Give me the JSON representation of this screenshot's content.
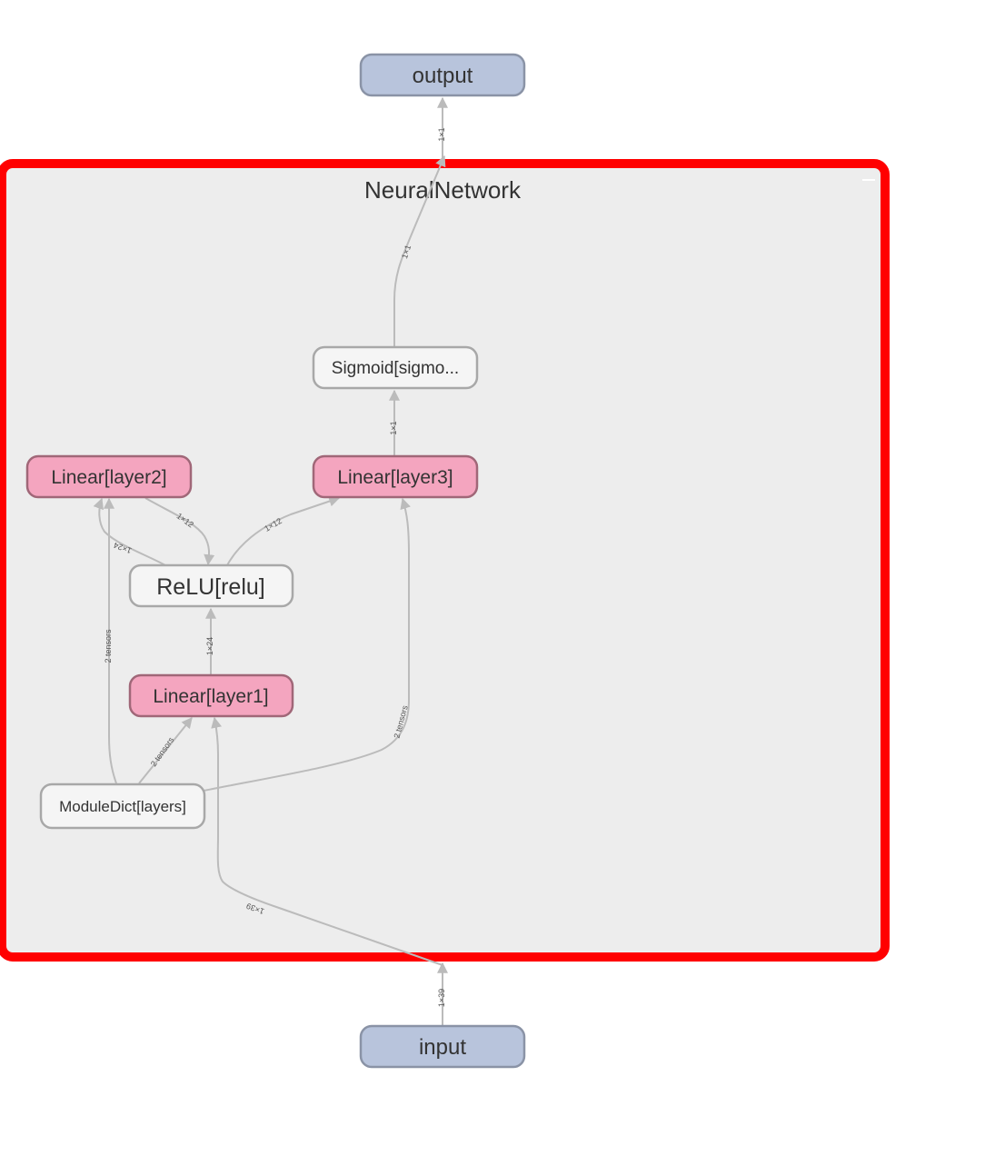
{
  "graph": {
    "container_title": "NeuralNetwork",
    "container_color": "#ff0000",
    "container_fill": "#ededed",
    "io_color": "#b8c4dc",
    "linear_color": "#f4a5bf",
    "plain_color": "#f5f5f5",
    "nodes": {
      "output": "output",
      "input": "input",
      "sigmoid": "Sigmoid[sigmo...",
      "layer2": "Linear[layer2]",
      "layer3": "Linear[layer3]",
      "relu": "ReLU[relu]",
      "layer1": "Linear[layer1]",
      "moduledict": "ModuleDict[layers]"
    },
    "edges": {
      "out_top": "1×1",
      "to_container_top": "1×1",
      "l3_to_sigmoid": "1×1",
      "relu_to_l2_a": "1×12",
      "relu_to_l3": "1×12",
      "l2_to_relu": "1×24",
      "l1_to_relu": "1×24",
      "md_to_l2": "2 tensors",
      "md_to_l1": "2 tensors",
      "md_to_l3": "2 tensors",
      "input_in": "1×39",
      "input_to_l1": "1×39"
    }
  }
}
